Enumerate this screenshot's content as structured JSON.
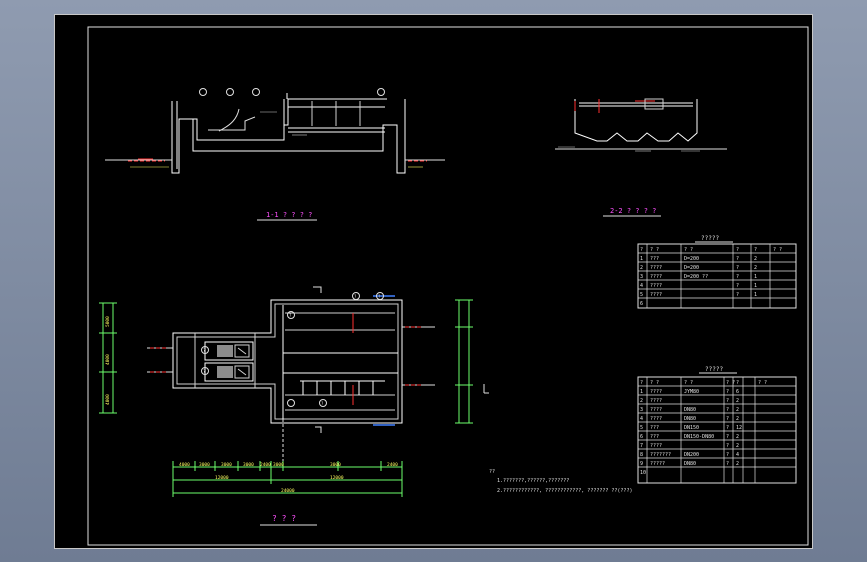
{
  "drawing": {
    "section_1_title": "1-1 ? ? ? ?",
    "section_2_title": "2-2 ? ? ? ?",
    "plan_title": "? ? ?",
    "markers": [
      "?",
      "?",
      "?",
      "?",
      "?",
      "?"
    ],
    "dimension_chain_top": [
      "4000",
      "3000",
      "3000",
      "3000",
      "2400",
      "3000",
      "3000",
      "2400"
    ],
    "dimension_chain_bottom": [
      "12000",
      "12000",
      "24000"
    ],
    "left_dims": [
      "5000",
      "4000",
      "4000"
    ],
    "notes_heading": "??",
    "notes": [
      "1.???????,??????,???????",
      "2.????????????, ????????????, ???????   ??(???)"
    ]
  },
  "table_1": {
    "title": "?????",
    "headers": [
      "?",
      "? ?",
      "? ?",
      "?",
      "?",
      "? ?"
    ],
    "rows": [
      [
        "1",
        "???",
        "D=200",
        "?",
        "2",
        ""
      ],
      [
        "2",
        "????",
        "D=200",
        "?",
        "2",
        ""
      ],
      [
        "3",
        "????",
        "D=200 ??",
        "?",
        "1",
        ""
      ],
      [
        "4",
        "????",
        "",
        "?",
        "1",
        ""
      ],
      [
        "5",
        "????",
        "",
        "?",
        "1",
        ""
      ],
      [
        "6",
        "",
        "",
        "",
        "",
        ""
      ]
    ]
  },
  "table_2": {
    "title": "?????",
    "headers": [
      "?",
      "? ?",
      "? ?",
      "? ?",
      "?",
      "? ?"
    ],
    "rows": [
      [
        "1",
        "????",
        "JYM80",
        "?",
        "6",
        ""
      ],
      [
        "2",
        "????",
        "",
        "?",
        "2",
        ""
      ],
      [
        "3",
        "????",
        "DN80",
        "?",
        "2",
        ""
      ],
      [
        "4",
        "????",
        "DN80",
        "?",
        "2",
        ""
      ],
      [
        "5",
        "???",
        "DN150",
        "?",
        "12",
        ""
      ],
      [
        "6",
        "???",
        "DN150-DN80",
        "?",
        "2",
        ""
      ],
      [
        "7",
        "????",
        "",
        "?",
        "2",
        ""
      ],
      [
        "8",
        "???????",
        "DN200",
        "?",
        "4",
        ""
      ],
      [
        "9",
        "?????",
        "DN80",
        "?",
        "2",
        ""
      ],
      [
        "10",
        "",
        "",
        "",
        "",
        ""
      ]
    ]
  }
}
